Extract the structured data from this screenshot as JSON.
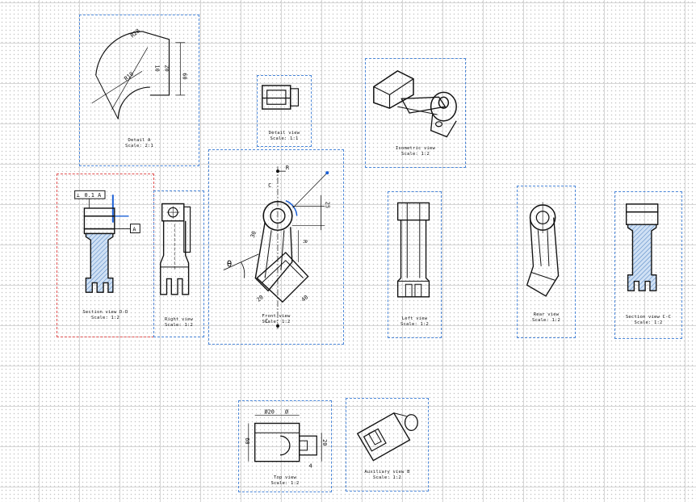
{
  "views": [
    {
      "id": "detail-a",
      "title": "Detail A",
      "scale": "Scale: 2:1"
    },
    {
      "id": "detail-small",
      "title": "Detail view",
      "scale": "Scale: 1:1"
    },
    {
      "id": "iso-top",
      "title": "Isometric view",
      "scale": "Scale: 1:2"
    },
    {
      "id": "section-dd",
      "title": "Section view D-D",
      "scale": "Scale: 1:2"
    },
    {
      "id": "right-view",
      "title": "Right view",
      "scale": "Scale: 1:2"
    },
    {
      "id": "front-main",
      "title": "Front view",
      "scale": "Scale: 1:2"
    },
    {
      "id": "left-view",
      "title": "Left view",
      "scale": "Scale: 1:2"
    },
    {
      "id": "rear-view",
      "title": "Rear view",
      "scale": "Scale: 1:2"
    },
    {
      "id": "section-cc",
      "title": "Section view C-C",
      "scale": "Scale: 1:2"
    },
    {
      "id": "top-view",
      "title": "Top view",
      "scale": "Scale: 1:2"
    },
    {
      "id": "aux-view",
      "title": "Auxiliary view B",
      "scale": "Scale: 1:2"
    }
  ],
  "dimensions": {
    "detail_a": [
      "R28",
      "R10",
      "60",
      "10",
      "20"
    ],
    "front": [
      "R",
      "C",
      "C",
      "θ",
      "20",
      "40",
      "R",
      "25",
      "30"
    ],
    "top": [
      "Ø20",
      "Ø",
      "60",
      "20",
      "4"
    ],
    "section_dd": [
      "⊥",
      "0.1",
      "A",
      "A"
    ]
  }
}
